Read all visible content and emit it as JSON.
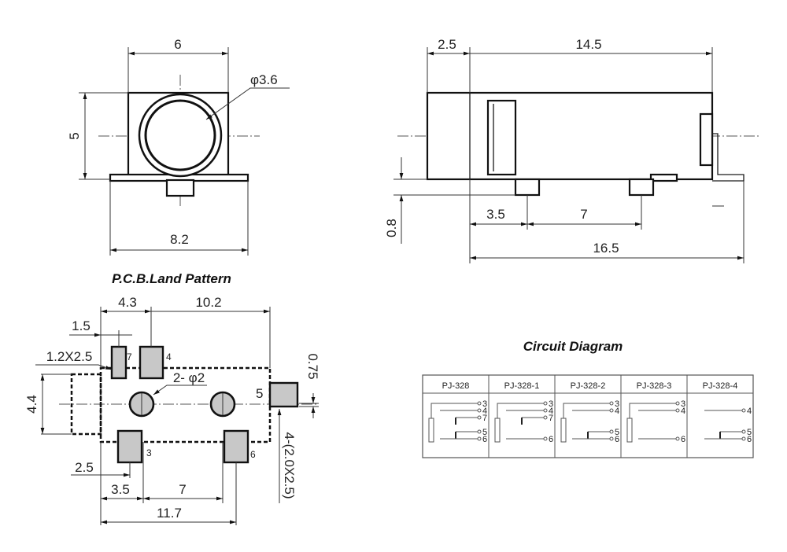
{
  "front_view": {
    "width_label": "6",
    "height_label": "5",
    "base_width_label": "8.2",
    "diameter_label": "φ3.6"
  },
  "side_view": {
    "front_length_label": "2.5",
    "body_length_label": "14.5",
    "pin_offset_label": "3.5",
    "pin_spacing_label": "7",
    "total_length_label": "16.5",
    "pin_height_label": "0.8"
  },
  "land_pattern": {
    "title": "P.C.B.Land Pattern",
    "dims": {
      "d43": "4.3",
      "d102": "10.2",
      "d15": "1.5",
      "pad_small": "1.2X2.5",
      "holes": "2- φ2",
      "d44": "4.4",
      "d075": "0.75",
      "pads": "4-(2.0X2.5)",
      "d25": "2.5",
      "d35": "3.5",
      "d7": "7",
      "d117": "11.7"
    },
    "pins": {
      "p7": "7",
      "p4": "4",
      "p5": "5",
      "p3": "3",
      "p6": "6"
    }
  },
  "circuit": {
    "title": "Circuit Diagram",
    "columns": [
      {
        "name": "PJ-328",
        "pins": [
          "3",
          "4",
          "7",
          "5",
          "6"
        ]
      },
      {
        "name": "PJ-328-1",
        "pins": [
          "3",
          "4",
          "7",
          "6"
        ]
      },
      {
        "name": "PJ-328-2",
        "pins": [
          "3",
          "4",
          "5",
          "6"
        ]
      },
      {
        "name": "PJ-328-3",
        "pins": [
          "3",
          "4",
          "6"
        ]
      },
      {
        "name": "PJ-328-4",
        "pins": [
          "4",
          "5",
          "6"
        ]
      }
    ]
  }
}
